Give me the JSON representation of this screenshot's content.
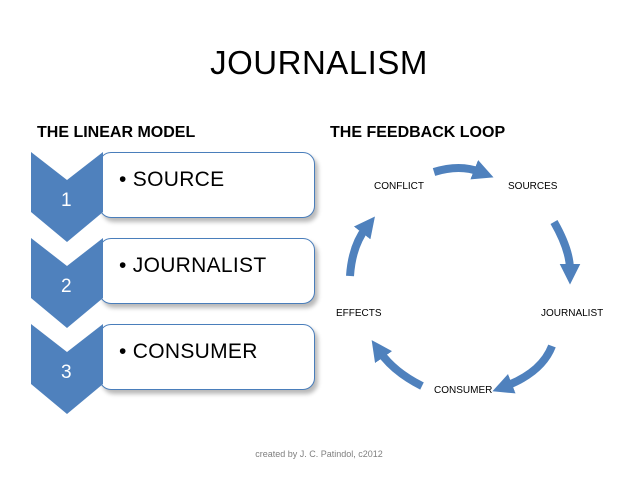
{
  "title": "JOURNALISM",
  "linear_model": {
    "heading": "THE LINEAR MODEL",
    "steps": [
      {
        "number": "1",
        "label": "• SOURCE"
      },
      {
        "number": "2",
        "label": "• JOURNALIST"
      },
      {
        "number": "3",
        "label": "• CONSUMER"
      }
    ]
  },
  "feedback_loop": {
    "heading": "THE FEEDBACK LOOP",
    "nodes": {
      "conflict": "CONFLICT",
      "sources": "SOURCES",
      "journalist": "JOURNALIST",
      "consumer": "CONSUMER",
      "effects": "EFFECTS"
    }
  },
  "footer": "created by J. C. Patindol, c2012",
  "colors": {
    "accent": "#4f81bd",
    "box_border": "#4a7ebb"
  }
}
